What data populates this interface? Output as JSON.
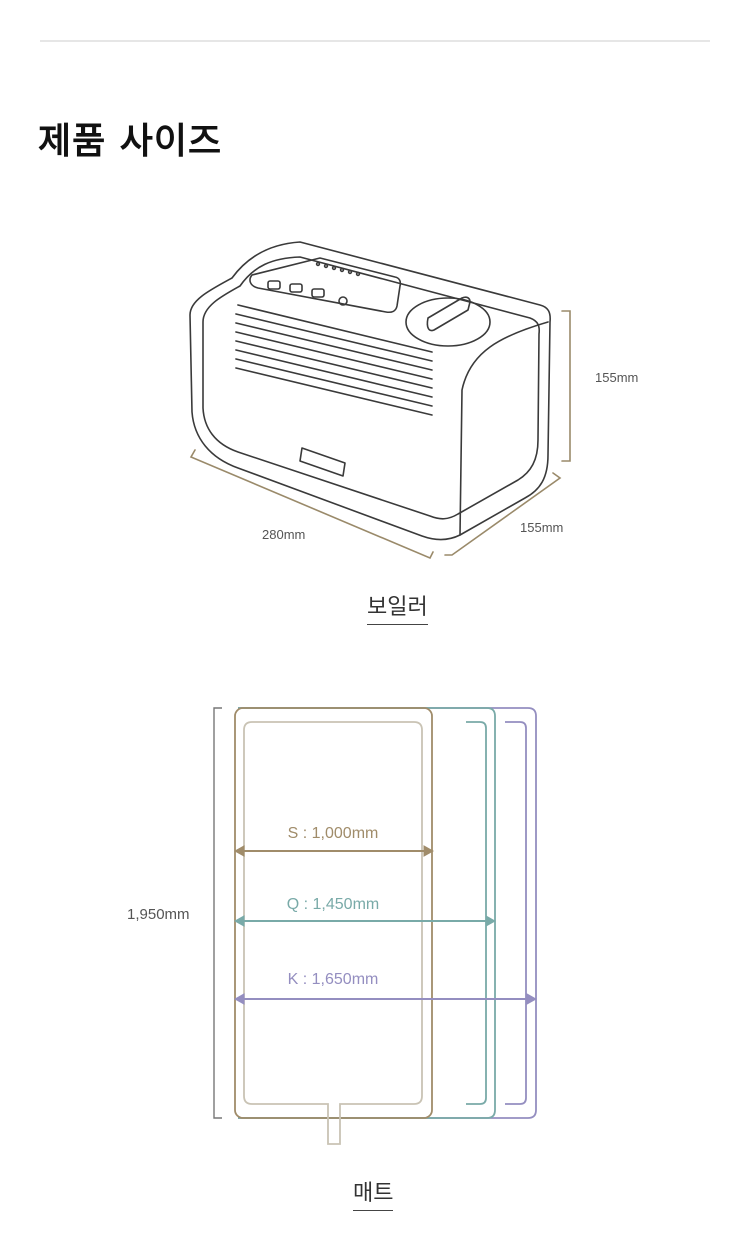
{
  "section": {
    "title": "제품 사이즈"
  },
  "boiler": {
    "caption": "보일러",
    "dimensions": {
      "width": "280mm",
      "depth": "155mm",
      "height": "155mm"
    }
  },
  "mat": {
    "caption": "매트",
    "length": "1,950mm",
    "sizes": [
      {
        "label": "S : 1,000mm",
        "color": "#a08c6a"
      },
      {
        "label": "Q : 1,450mm",
        "color": "#79aaa8"
      },
      {
        "label": "K : 1,650mm",
        "color": "#948ec0"
      }
    ]
  },
  "colors": {
    "outline": "#3a3a3a",
    "dimension_line": "#9a8a6a",
    "s": "#a08c6a",
    "q": "#79aaa8",
    "k": "#948ec0"
  }
}
